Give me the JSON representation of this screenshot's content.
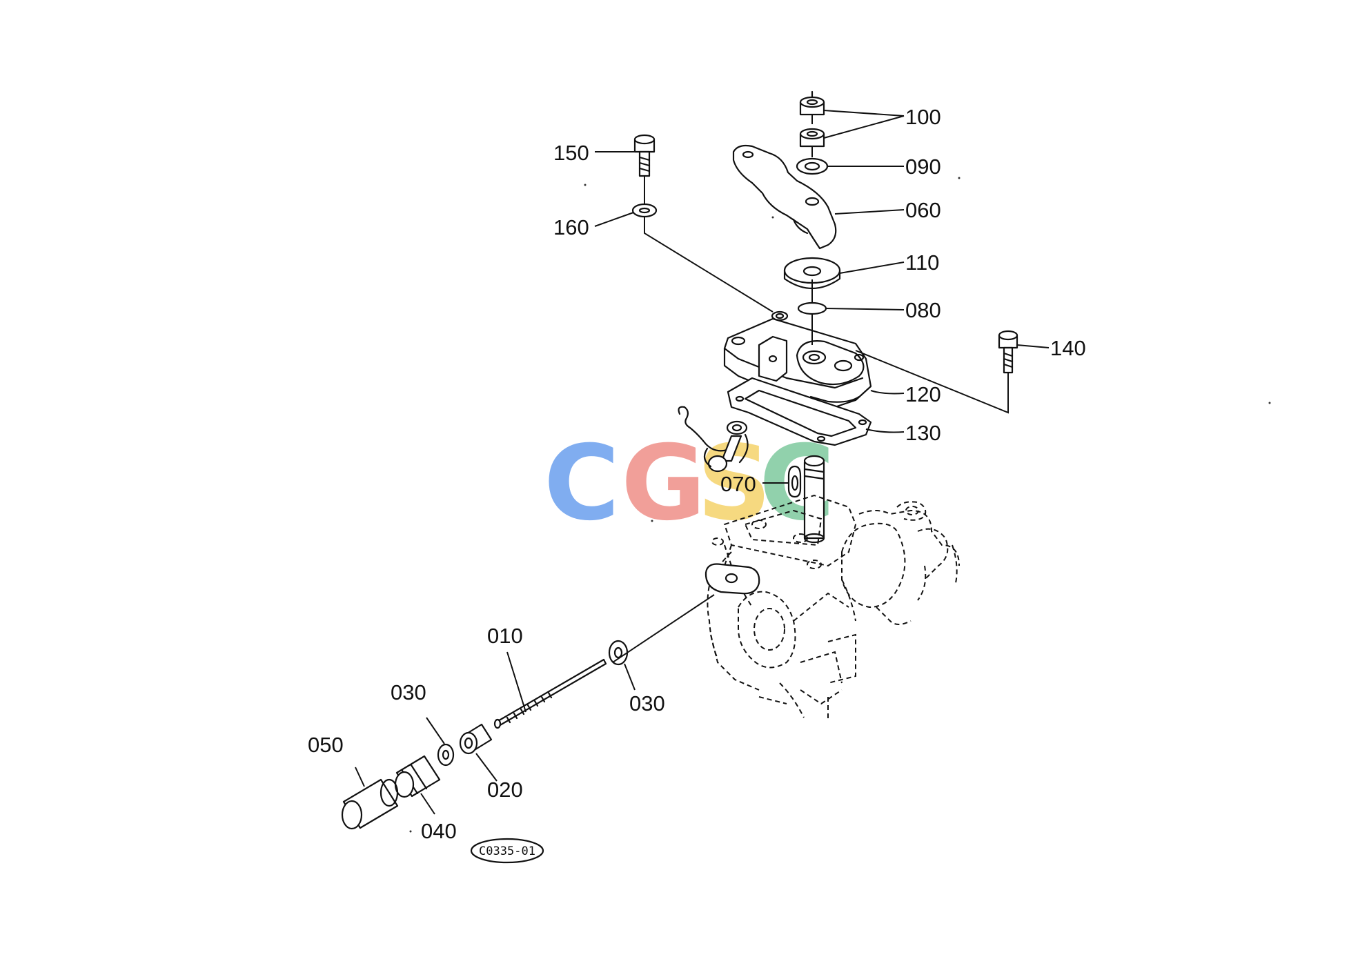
{
  "watermark": {
    "letters": [
      "C",
      "G",
      "S",
      "C"
    ],
    "colors": [
      "#7aa9f0",
      "#f19a94",
      "#f6d77a",
      "#8ccfa8"
    ]
  },
  "callouts": {
    "c100": "100",
    "c090": "090",
    "c060": "060",
    "c110": "110",
    "c080": "080",
    "c150": "150",
    "c160": "160",
    "c140": "140",
    "c120": "120",
    "c130": "130",
    "c070": "070",
    "c010": "010",
    "c030_left": "030",
    "c030_right": "030",
    "c050": "050",
    "c020": "020",
    "c040": "040"
  },
  "figure_code": "C0335-01"
}
